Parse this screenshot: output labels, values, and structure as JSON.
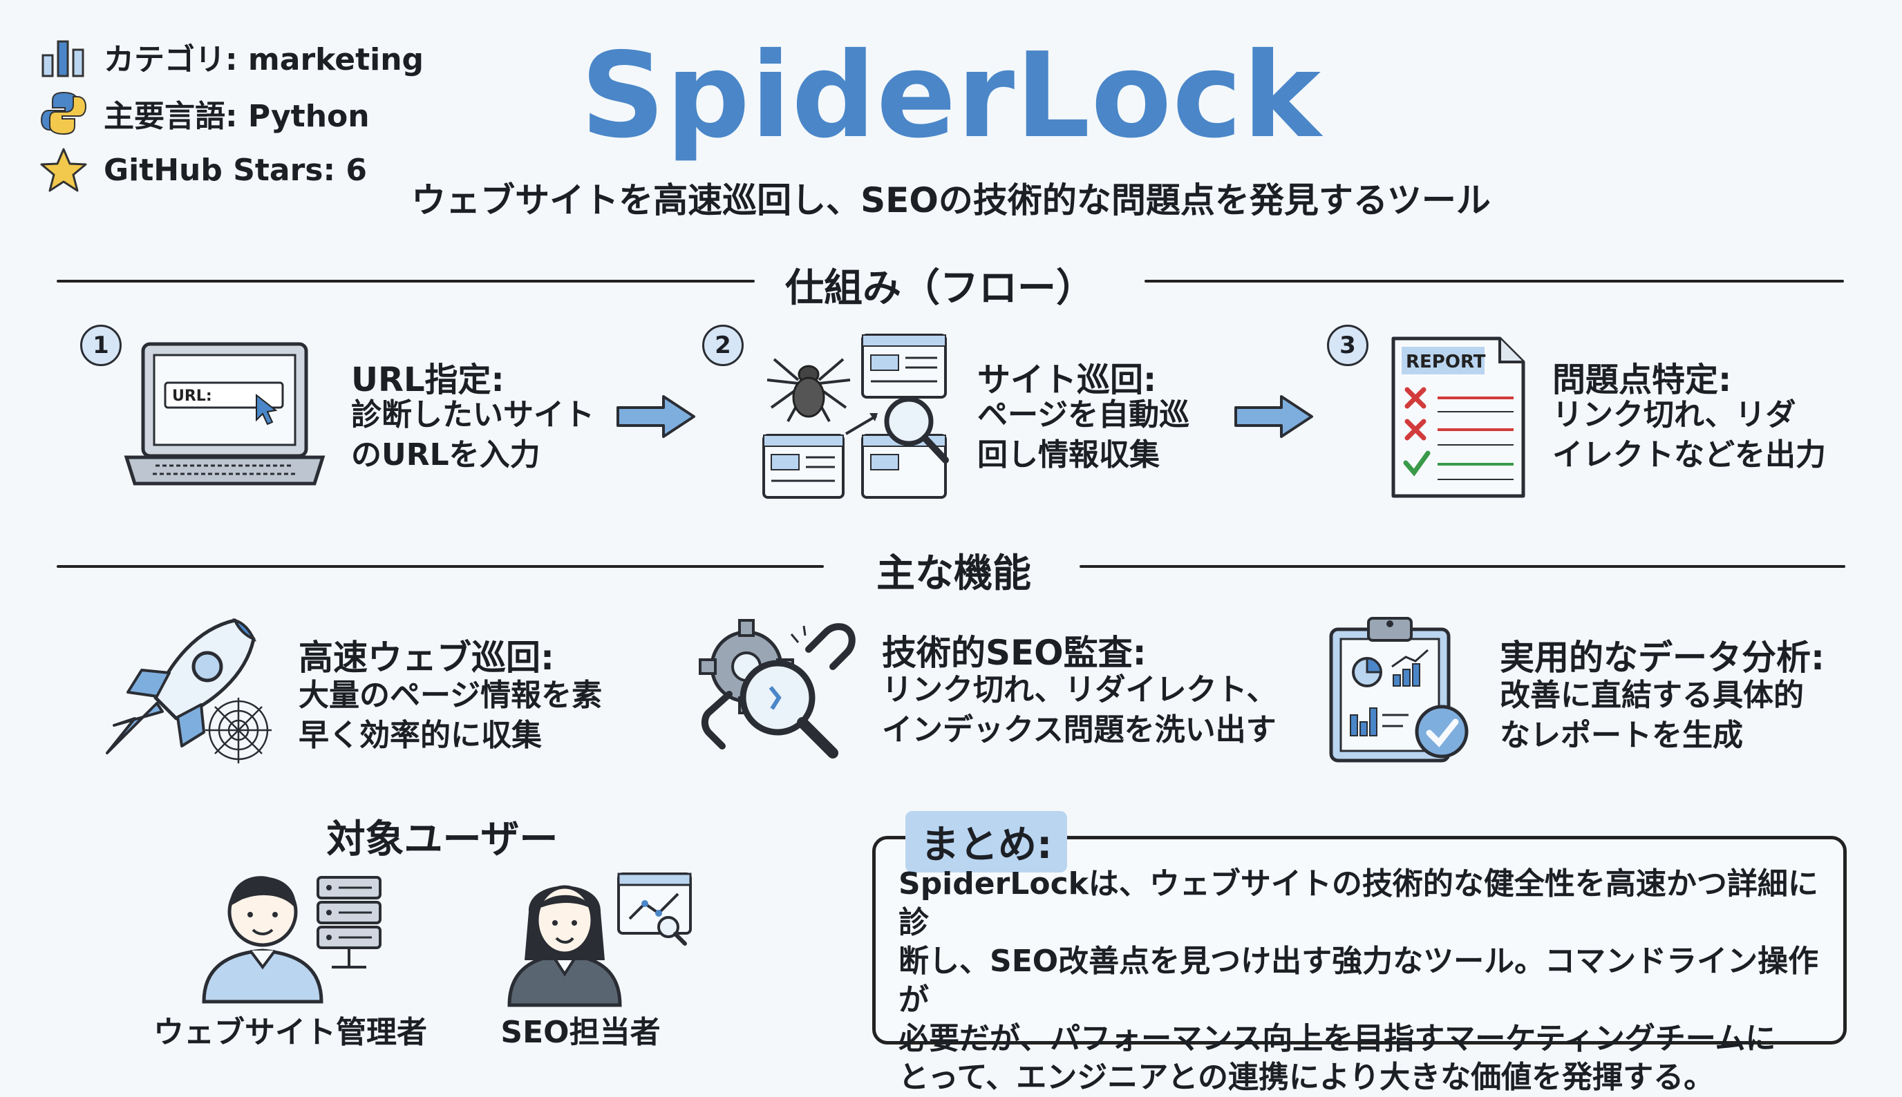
{
  "meta": {
    "category": "カテゴリ: marketing",
    "language": "主要言語: Python",
    "stars": "GitHub Stars: 6"
  },
  "title": "SpiderLock",
  "subtitle": "ウェブサイトを高速巡回し、SEOの技術的な問題点を発見するツール",
  "flow": {
    "heading": "仕組み（フロー）",
    "steps": [
      {
        "num": "1",
        "title": "URL指定:",
        "body": "診断したいサイト\nのURLを入力",
        "icon_text": "URL:"
      },
      {
        "num": "2",
        "title": "サイト巡回:",
        "body": "ページを自動巡\n回し情報収集"
      },
      {
        "num": "3",
        "title": "問題点特定:",
        "body": "リンク切れ、リダ\nイレクトなどを出力",
        "icon_text": "REPORT"
      }
    ]
  },
  "features": {
    "heading": "主な機能",
    "items": [
      {
        "title": "高速ウェブ巡回:",
        "body": "大量のページ情報を素\n早く効率的に収集"
      },
      {
        "title": "技術的SEO監査:",
        "body": "リンク切れ、リダイレクト、\nインデックス問題を洗い出す"
      },
      {
        "title": "実用的なデータ分析:",
        "body": "改善に直結する具体的\nなレポートを生成"
      }
    ]
  },
  "users": {
    "heading": "対象ユーザー",
    "items": [
      {
        "label": "ウェブサイト管理者"
      },
      {
        "label": "SEO担当者"
      }
    ]
  },
  "summary": {
    "tag": "まとめ:",
    "text": "SpiderLockは、ウェブサイトの技術的な健全性を高速かつ詳細に診\n断し、SEO改善点を見つけ出す強力なツール。コマンドライン操作が\n必要だが、パフォーマンス向上を目指すマーケティングチームに\nとって、エンジニアとの連携により大きな価値を発揮する。"
  },
  "colors": {
    "accent": "#4a86c8",
    "light_blue": "#bad5f0",
    "red_mark": "#d23b3b",
    "green_mark": "#3a9a4a"
  }
}
